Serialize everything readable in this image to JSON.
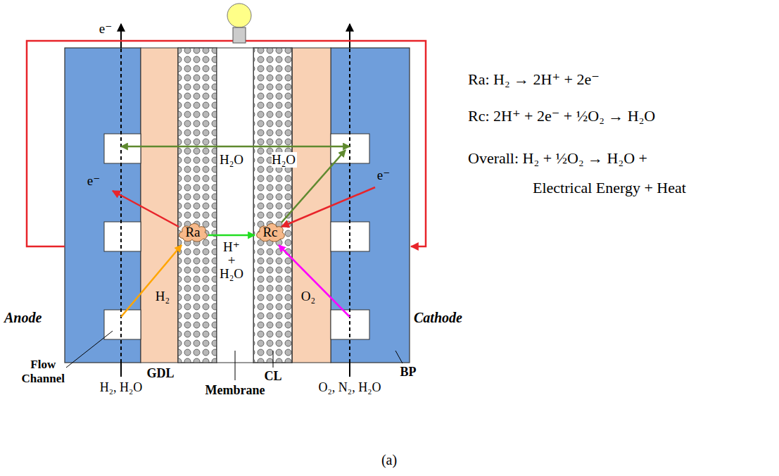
{
  "diagram": {
    "nodes": [
      {
        "text": [
          "Ra"
        ]
      },
      {
        "text": [
          "Rc"
        ]
      }
    ],
    "edges": [
      {
        "from": 0,
        "to": 1,
        "arrow": "to",
        "label": "H⁺ + H₂O"
      }
    ],
    "labels": [
      "e⁻",
      "e⁻",
      "e⁻",
      "H₂O",
      "H₂O",
      "H₂",
      "O₂",
      "Ra: H₂ → 2H⁺ + 2e⁻",
      "Rc: 2H⁺ + 2e⁻ + ½O₂ → H₂O",
      "Overall: H₂ + ½O₂ → H₂O + Electrical Energy + Heat",
      "Anode",
      "Cathode",
      "Flow Channel",
      "GDL",
      "Membrane",
      "CL",
      "BP",
      "H₂, H₂O",
      "O₂, N₂, H₂O",
      "(a)"
    ]
  }
}
